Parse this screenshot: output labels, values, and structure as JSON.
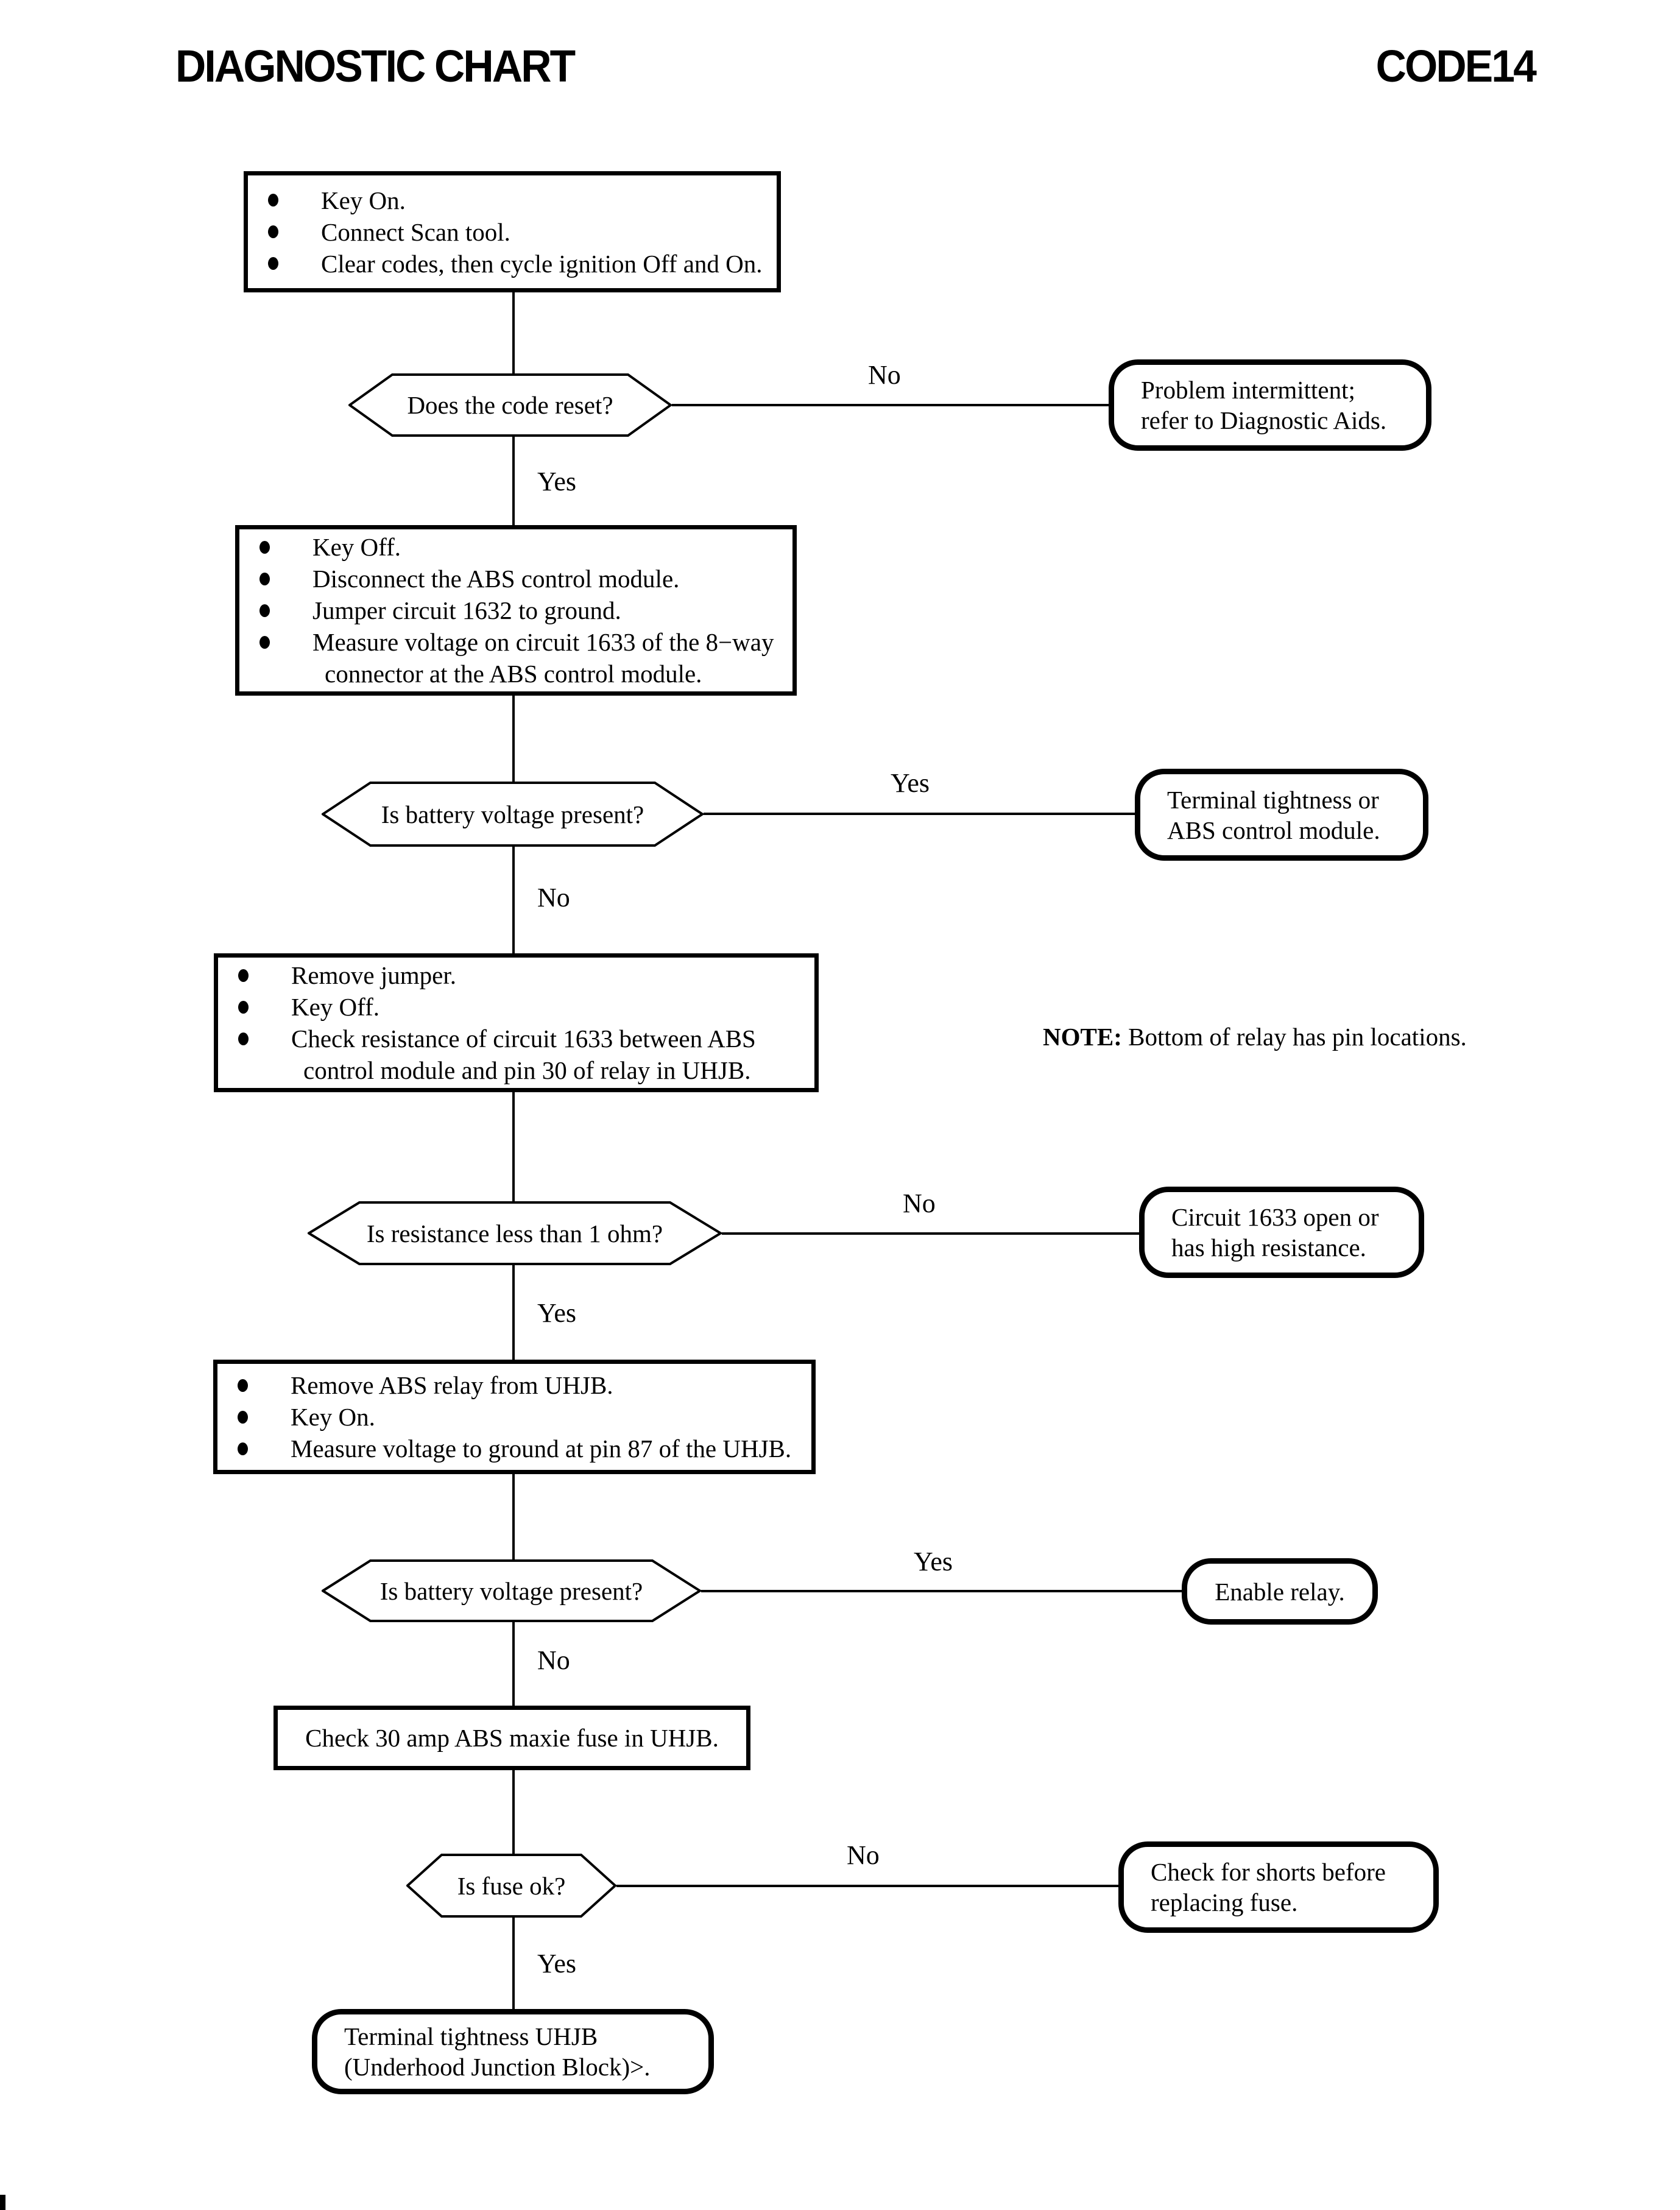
{
  "page": {
    "title": "DIAGNOSTIC CHART",
    "code": "CODE14"
  },
  "note": {
    "label": "NOTE:",
    "text": "Bottom of relay has pin locations."
  },
  "flow": {
    "box1": {
      "b1": "Key On.",
      "b2": "Connect Scan tool.",
      "b3": "Clear codes, then cycle ignition Off and On."
    },
    "decision1": {
      "question": "Does the code reset?",
      "no": "No",
      "yes": "Yes"
    },
    "terminal1": {
      "line1": "Problem intermittent;",
      "line2": "refer to Diagnostic Aids."
    },
    "box2": {
      "b1": "Key Off.",
      "b2": "Disconnect the ABS control module.",
      "b3": "Jumper circuit 1632 to ground.",
      "b4a": "Measure voltage on circuit 1633 of the 8−way",
      "b4b": "connector at the ABS control module."
    },
    "decision2": {
      "question": "Is battery voltage present?",
      "yes": "Yes",
      "no": "No"
    },
    "terminal2": {
      "line1": "Terminal tightness or",
      "line2": "ABS control module."
    },
    "box3": {
      "b1": "Remove jumper.",
      "b2": "Key Off.",
      "b3a": "Check resistance of circuit 1633 between ABS",
      "b3b": "control module and pin 30 of relay in UHJB."
    },
    "decision3": {
      "question": "Is resistance less than 1 ohm?",
      "no": "No",
      "yes": "Yes"
    },
    "terminal3": {
      "line1": "Circuit 1633 open or",
      "line2": "has high resistance."
    },
    "box4": {
      "b1": "Remove ABS relay from UHJB.",
      "b2": "Key On.",
      "b3": "Measure voltage to ground at pin 87 of the UHJB."
    },
    "decision4": {
      "question": "Is battery voltage present?",
      "yes": "Yes",
      "no": "No"
    },
    "terminal4": {
      "line1": "Enable relay."
    },
    "box5": {
      "text": "Check 30 amp ABS maxie fuse in UHJB."
    },
    "decision5": {
      "question": "Is fuse ok?",
      "no": "No",
      "yes": "Yes"
    },
    "terminal5": {
      "line1": "Check for shorts before",
      "line2": "replacing fuse."
    },
    "terminal6": {
      "line1": "Terminal tightness UHJB",
      "line2": "(Underhood Junction Block)>."
    }
  }
}
